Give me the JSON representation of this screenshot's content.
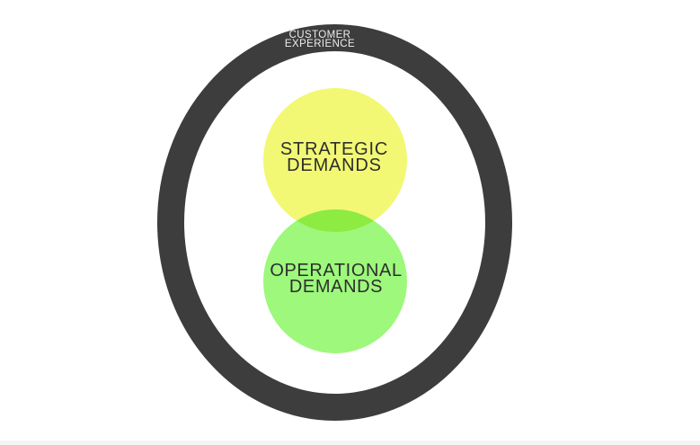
{
  "page": {
    "background": "#ffffff",
    "footer_strip_color": "#f4f4f2"
  },
  "diagram": {
    "type": "venn",
    "ring": {
      "label_line1": "CUSTOMER",
      "label_line2": "EXPERIENCE",
      "color": "#3d3d3d",
      "text_color": "#ededed"
    },
    "circles": [
      {
        "name": "strategic-demands",
        "label_line1": "STRATEGIC",
        "label_line2": "DEMANDS",
        "color": "#f2f873",
        "text_color": "#2e2e2e"
      },
      {
        "name": "operational-demands",
        "label_line1": "OPERATIONAL",
        "label_line2": "DEMANDS",
        "color": "#9df87c",
        "text_color": "#2e2e2e"
      }
    ],
    "overlap_color": "#8deb41"
  }
}
